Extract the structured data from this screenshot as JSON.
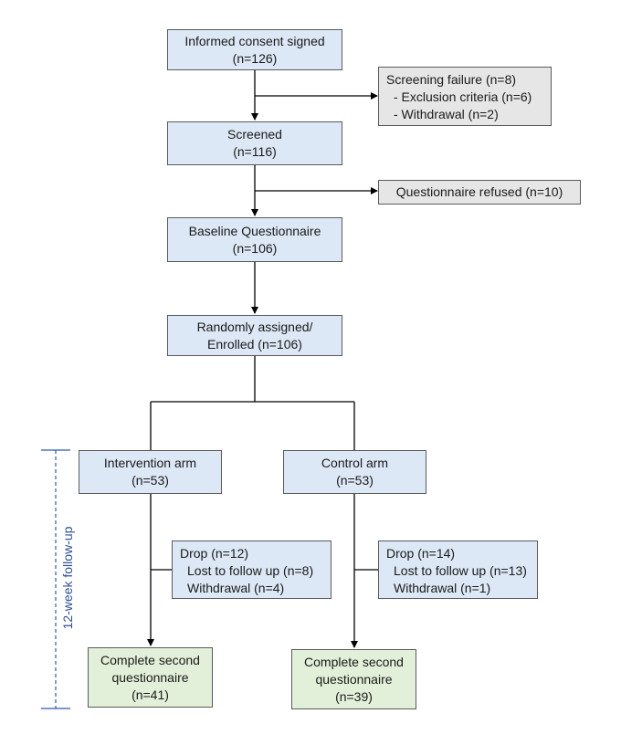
{
  "consent": {
    "title": "Informed consent signed",
    "n": "(n=126)"
  },
  "screening_failure": {
    "title": "Screening failure (n=8)",
    "items": [
      "- Exclusion criteria (n=6)",
      "- Withdrawal (n=2)"
    ]
  },
  "screened": {
    "title": "Screened",
    "n": "(n=116)"
  },
  "questionnaire_refused": {
    "title": "Questionnaire refused (n=10)"
  },
  "baseline": {
    "title": "Baseline Questionnaire",
    "n": "(n=106)"
  },
  "randomized": {
    "title": "Randomly assigned/",
    "n": "Enrolled (n=106)"
  },
  "intervention": {
    "title": "Intervention arm",
    "n": "(n=53)"
  },
  "control": {
    "title": "Control arm",
    "n": "(n=53)"
  },
  "intervention_drop": {
    "title": "Drop (n=12)",
    "items": [
      "Lost to follow up (n=8)",
      "Withdrawal (n=4)"
    ]
  },
  "control_drop": {
    "title": "Drop (n=14)",
    "items": [
      "Lost to follow up (n=13)",
      "Withdrawal (n=1)"
    ]
  },
  "intervention_complete": {
    "line1": "Complete second",
    "line2": "questionnaire",
    "n": "(n=41)"
  },
  "control_complete": {
    "line1": "Complete second",
    "line2": "questionnaire",
    "n": "(n=39)"
  },
  "followup": {
    "label": "12-week follow-up"
  },
  "colors": {
    "blue_box": "#dce8f5",
    "grey_box": "#e6e6e6",
    "green_box": "#e2f0d9",
    "followup_line": "#2f5aa8"
  }
}
